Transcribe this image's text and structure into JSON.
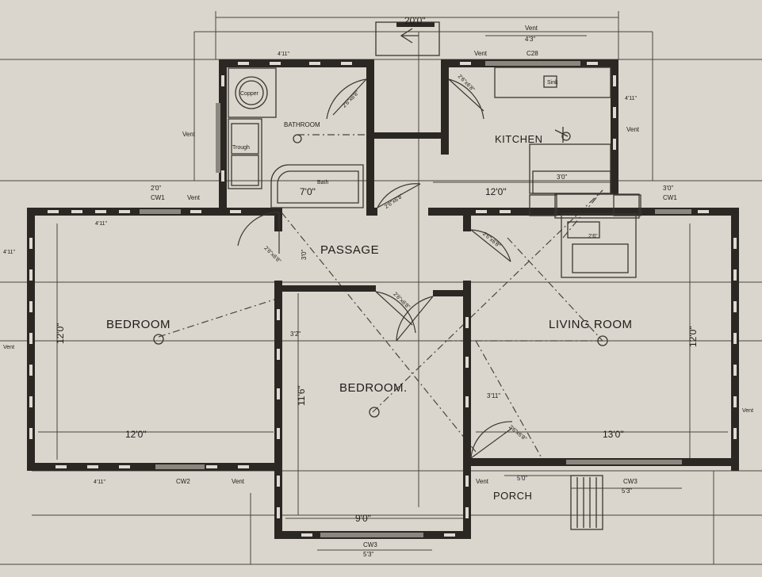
{
  "rooms": {
    "bathroom": "BATHROOM",
    "kitchen": "KITCHEN",
    "passage": "PASSAGE",
    "bedroom_left": "BEDROOM",
    "bedroom_center": "BEDROOM.",
    "living_room": "LIVING ROOM",
    "porch": "PORCH"
  },
  "dimensions": {
    "overall_top": "20'0\"",
    "kitchen_width": "12'0\"",
    "bath_tub": "7'0\"",
    "bath_tub_label": "Bath",
    "bedroom_left_width": "12'0\"",
    "bedroom_left_depth": "12'0\"",
    "bedroom_center_width": "9'0\"",
    "bedroom_center_depth": "11'6\"",
    "living_width": "13'0\"",
    "living_depth": "12'0\"",
    "porch_width": "5'0\"",
    "cw3_width": "5'3\"",
    "cw3_center": "5'3\"",
    "passage_dim": "3'0\"",
    "chimney_dim": "2'6\"",
    "kitchen_counter": "3'0\"",
    "bedroom_center_wall": "3'2\"",
    "living_wall": "3'11\"",
    "vent_span": "4'3\""
  },
  "fixtures": {
    "copper": "Copper",
    "tray": "Trough",
    "sink": "Sink",
    "vent": "Vent",
    "ventilator": "Vent"
  },
  "windows": {
    "cw1_left": "CW1",
    "cw1_left_size": "2'0\"",
    "cw1_right": "CW1",
    "cw1_right_size": "3'0\"",
    "cw2": "CW2",
    "cw3_porch": "CW3",
    "cw3_bottom": "CW3",
    "c28": "C28"
  },
  "doors": {
    "d1": "2'6\"x6'8\"",
    "d2": "2'6\"x6'8\"",
    "d3": "2'6\"x6'8\"",
    "d4": "2'6\"x6'8\"",
    "d5": "2'6\"x6'8\"",
    "d6": "2'6\"x6'8\"",
    "d7": "2'6\"x6'8\""
  },
  "notes": {
    "left_vent": "Vent",
    "left_side_ht": "4'11\"",
    "bath_window": "4'11\"",
    "kitchen_right": "4'11\"",
    "bottom_left": "4'11\"",
    "right_bottom": "4'11\"",
    "porch_vent": "Vent",
    "bottom_vent": "Vent",
    "cw2_vent": "Vent",
    "kitchen_vent_right": "Vent",
    "cw1_vent": "Vent",
    "right_label": "Vent"
  },
  "colors": {
    "paper": "#dedad2",
    "ink": "#2b2824"
  }
}
